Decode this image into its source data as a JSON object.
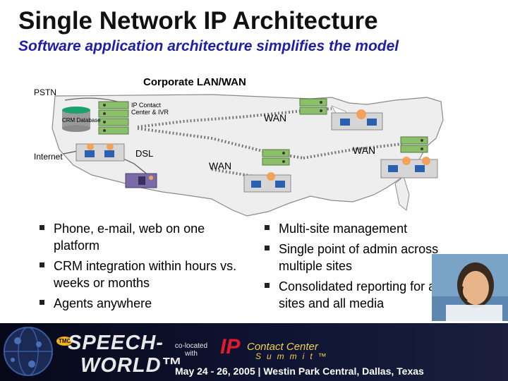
{
  "title": "Single Network IP Architecture",
  "subtitle": "Software application architecture simplifies the model",
  "diagram": {
    "corporate_lan_wan": "Corporate LAN/WAN",
    "pstn": "PSTN",
    "crm_database": "CRM Database",
    "ip_contact_center": "IP Contact Center & IVR",
    "wan_1": "WAN",
    "wan_2": "WAN",
    "wan_3": "WAN",
    "internet": "Internet",
    "dsl": "DSL"
  },
  "bullets_left": [
    "Phone, e-mail, web on one platform",
    "CRM integration within hours vs. weeks or months",
    "Agents anywhere"
  ],
  "bullets_right": [
    "Multi-site management",
    "Single point of admin across multiple sites",
    "Consolidated reporting for all sites and all media"
  ],
  "banner": {
    "tmc_badge": "TMC",
    "speech": "SPEECH-",
    "world": "WORLD™",
    "co_located": "co-located with",
    "ip": "IP",
    "contact_center": "Contact Center",
    "summit": "Summit™",
    "dates_location": "May 24 - 26, 2005  |  Westin Park Central, Dallas, Texas"
  }
}
